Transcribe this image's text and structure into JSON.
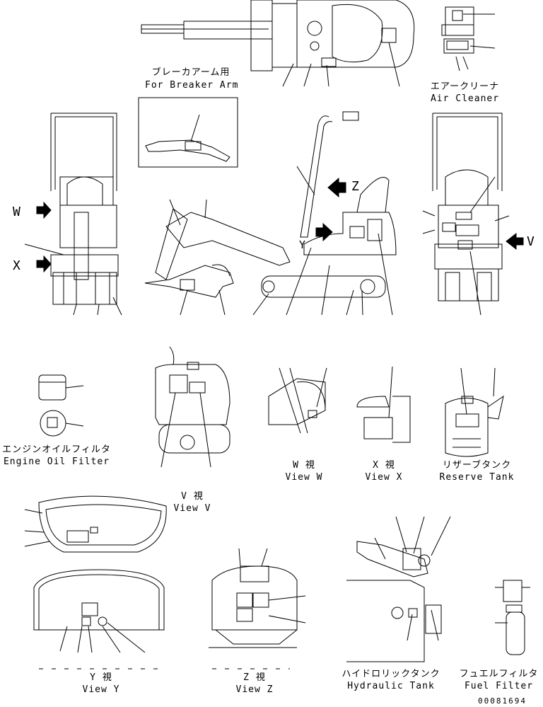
{
  "labels": {
    "breaker_arm_jp": "ブレーカアーム用",
    "breaker_arm_en": "For Breaker Arm",
    "air_cleaner_jp": "エアークリーナ",
    "air_cleaner_en": "Air Cleaner",
    "engine_oil_filter_jp": "エンジンオイルフィルタ",
    "engine_oil_filter_en": "Engine Oil Filter",
    "view_w_jp": "W 視",
    "view_w_en": "View W",
    "view_x_jp": "X 視",
    "view_x_en": "View X",
    "reserve_tank_jp": "リザーブタンク",
    "reserve_tank_en": "Reserve Tank",
    "view_v_jp": "V 視",
    "view_v_en": "View V",
    "view_y_jp": "Y 視",
    "view_y_en": "View Y",
    "view_z_jp": "Z 視",
    "view_z_en": "View Z",
    "hydraulic_tank_jp": "ハイドロリックタンク",
    "hydraulic_tank_en": "Hydraulic Tank",
    "fuel_filter_jp": "フュエルフィルタ",
    "fuel_filter_en": "Fuel Filter",
    "arrow_w": "W",
    "arrow_x": "X",
    "arrow_z": "Z",
    "arrow_v": "V",
    "arrow_y": "Y"
  },
  "drawing_number": "00081694"
}
